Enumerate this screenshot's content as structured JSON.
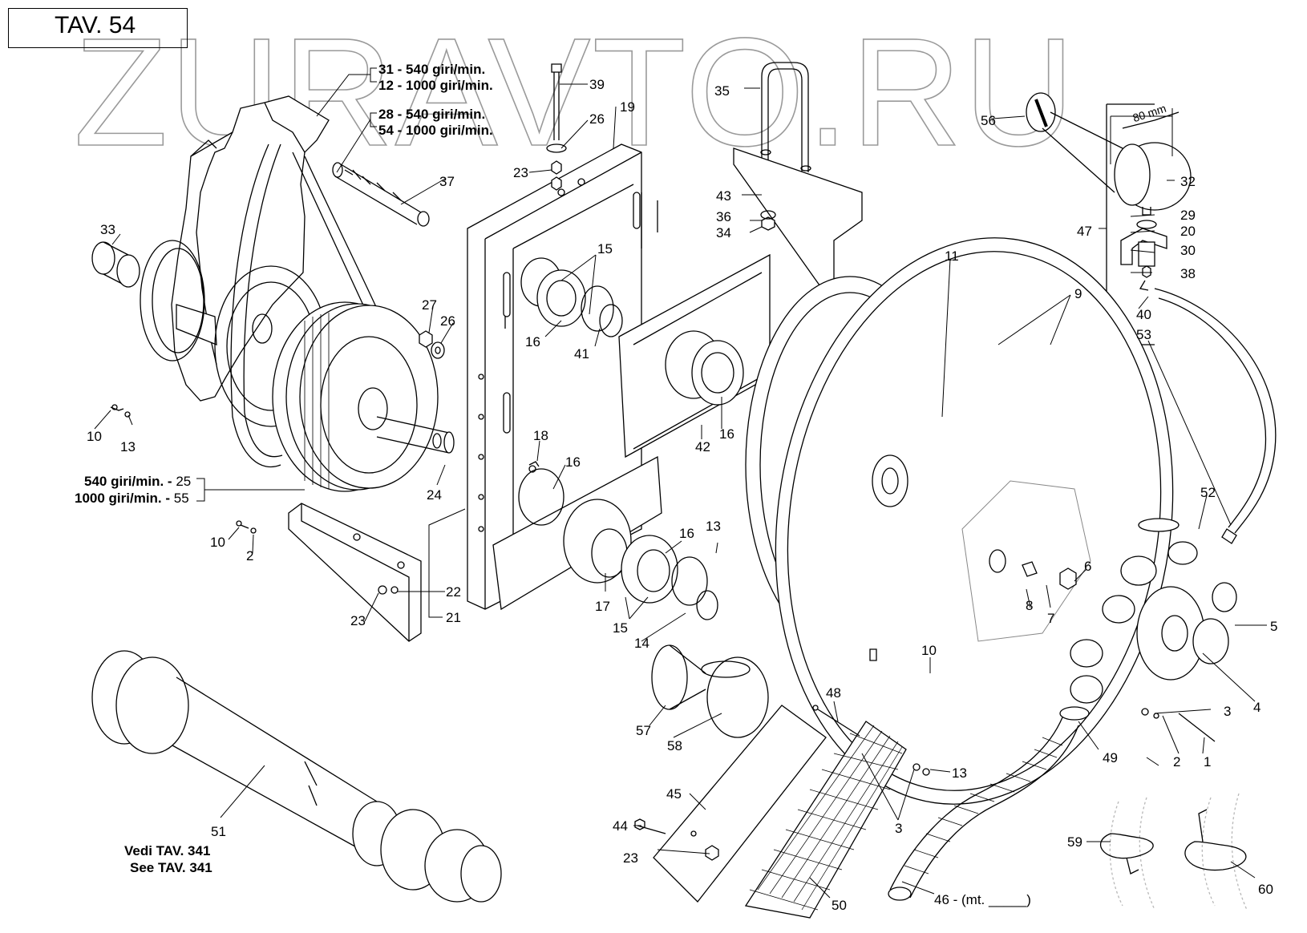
{
  "header": {
    "table_label": "TAV. 54"
  },
  "watermark": "ZURAVTO.RU",
  "speed_notes": {
    "n31": "31",
    "n12": "12",
    "n28": "28",
    "n54": "54",
    "rpm540": "540 giri/min.",
    "rpm1000": "1000 giri/min.",
    "n25": "25",
    "n55": "55"
  },
  "dimension": "80 mm",
  "see_ref": {
    "it": "Vedi TAV. 341",
    "en": "See TAV. 341"
  },
  "hose_length": "46 - (mt. _____)",
  "labels": {
    "l39": "39",
    "l26a": "26",
    "l19": "19",
    "l23a": "23",
    "l37": "37",
    "l33": "33",
    "l35": "35",
    "l43": "43",
    "l36": "36",
    "l34": "34",
    "l56": "56",
    "l32": "32",
    "l29": "29",
    "l20": "20",
    "l47": "47",
    "l30": "30",
    "l38": "38",
    "l40": "40",
    "l53": "53",
    "l15a": "15",
    "l16a": "16",
    "l41": "41",
    "l27": "27",
    "l26b": "26",
    "l11": "11",
    "l9": "9",
    "l10a": "10",
    "l13a": "13",
    "l18": "18",
    "l16b": "16",
    "l42": "42",
    "l16c": "16",
    "l24": "24",
    "l10b": "10",
    "l2a": "2",
    "l22": "22",
    "l23b": "23",
    "l21": "21",
    "l13b": "13",
    "l16d": "16",
    "l17": "17",
    "l15b": "15",
    "l14": "14",
    "l52": "52",
    "l6": "6",
    "l8": "8",
    "l7": "7",
    "l5": "5",
    "l4": "4",
    "l3a": "3",
    "l10c": "10",
    "l57": "57",
    "l58": "58",
    "l48": "48",
    "l49": "49",
    "l2b": "2",
    "l1": "1",
    "l13c": "13",
    "l3b": "3",
    "l51": "51",
    "l45": "45",
    "l44": "44",
    "l23c": "23",
    "l50": "50",
    "l59": "59",
    "l60": "60"
  },
  "colors": {
    "line": "#000000",
    "watermark_outline": "#9a9a9a",
    "ghost_parts": "#b8b8b8",
    "background": "#ffffff"
  }
}
